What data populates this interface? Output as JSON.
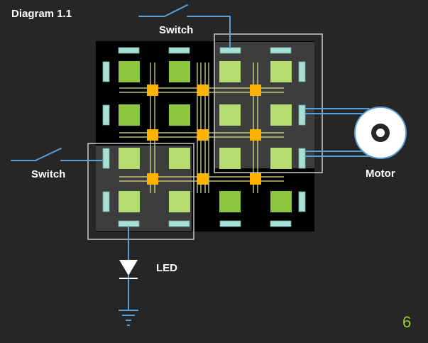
{
  "title": "Diagram 1.1",
  "labels": {
    "switch_top": "Switch",
    "switch_left": "Switch",
    "motor": "Motor",
    "led": "LED"
  },
  "page_number": "6",
  "colors": {
    "background": "#262626",
    "chip_background": "#000000",
    "cell_green": "#8cc63f",
    "cell_green_highlight": "#b5dc6e",
    "pad_light": "#a8e0d6",
    "node_orange": "#ffb300",
    "wire_yellow": "#dfe68a",
    "wire_blue": "#5aa0d8",
    "highlight_box": "#cccccc",
    "page_number": "#9acd32"
  },
  "icons": {
    "switch_top": "switch-symbol-icon",
    "switch_left": "switch-symbol-icon",
    "motor": "motor-icon",
    "led": "led-diode-icon",
    "ground": "ground-symbol-icon"
  }
}
